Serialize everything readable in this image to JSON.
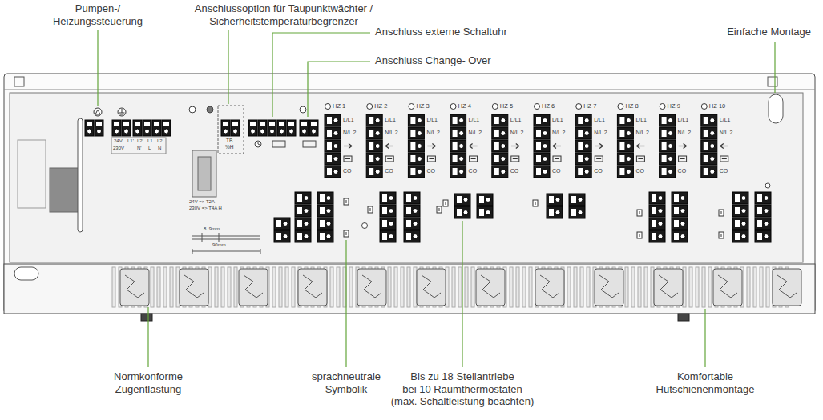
{
  "diagram": {
    "labels": [
      "Pumpen-/ Heizungssteuerung",
      "Anschlussoption für Taupunktwächter / Sicherheitstemperaturbegrenzer",
      "Anschluss externe Schaltuhr",
      "Anschluss Change- Over",
      "Einfache Montage",
      "Normkonforme Zugentlastung",
      "sprachneutrale Symbolik",
      "Bis zu 18 Stellantriebe bei 10 Raumthermostaten (max. Schaltleistung beachten)",
      "Komfortable Hutschienenmontage",
      "HZ 1",
      "HZ 2",
      "HZ 3",
      "HZ 4",
      "HZ 5",
      "HZ 6",
      "HZ 7",
      "HZ 8",
      "HZ 9",
      "HZ 10",
      "L/L1",
      "N/L 2",
      "CO",
      "L/L1",
      "N/L 2",
      "CO",
      "L/L1",
      "N/L 2",
      "CO",
      "L/L1",
      "N/L 2",
      "CO",
      "L/L1",
      "N/L 2",
      "CO",
      "L/L1",
      "N/L 2",
      "CO",
      "L/L1",
      "N/L 2",
      "CO",
      "L/L1",
      "N/L 2",
      "CO",
      "L/L1",
      "N/L 2",
      "CO",
      "L/L1",
      "N/L 2",
      "CO",
      "24V",
      "L1'",
      "L2'",
      "L1",
      "L2",
      "230V",
      "N'",
      "L",
      "N",
      "TB",
      "%H",
      "24V => T2A",
      "230V => T4A H",
      "8..9mm",
      "90mm"
    ]
  }
}
